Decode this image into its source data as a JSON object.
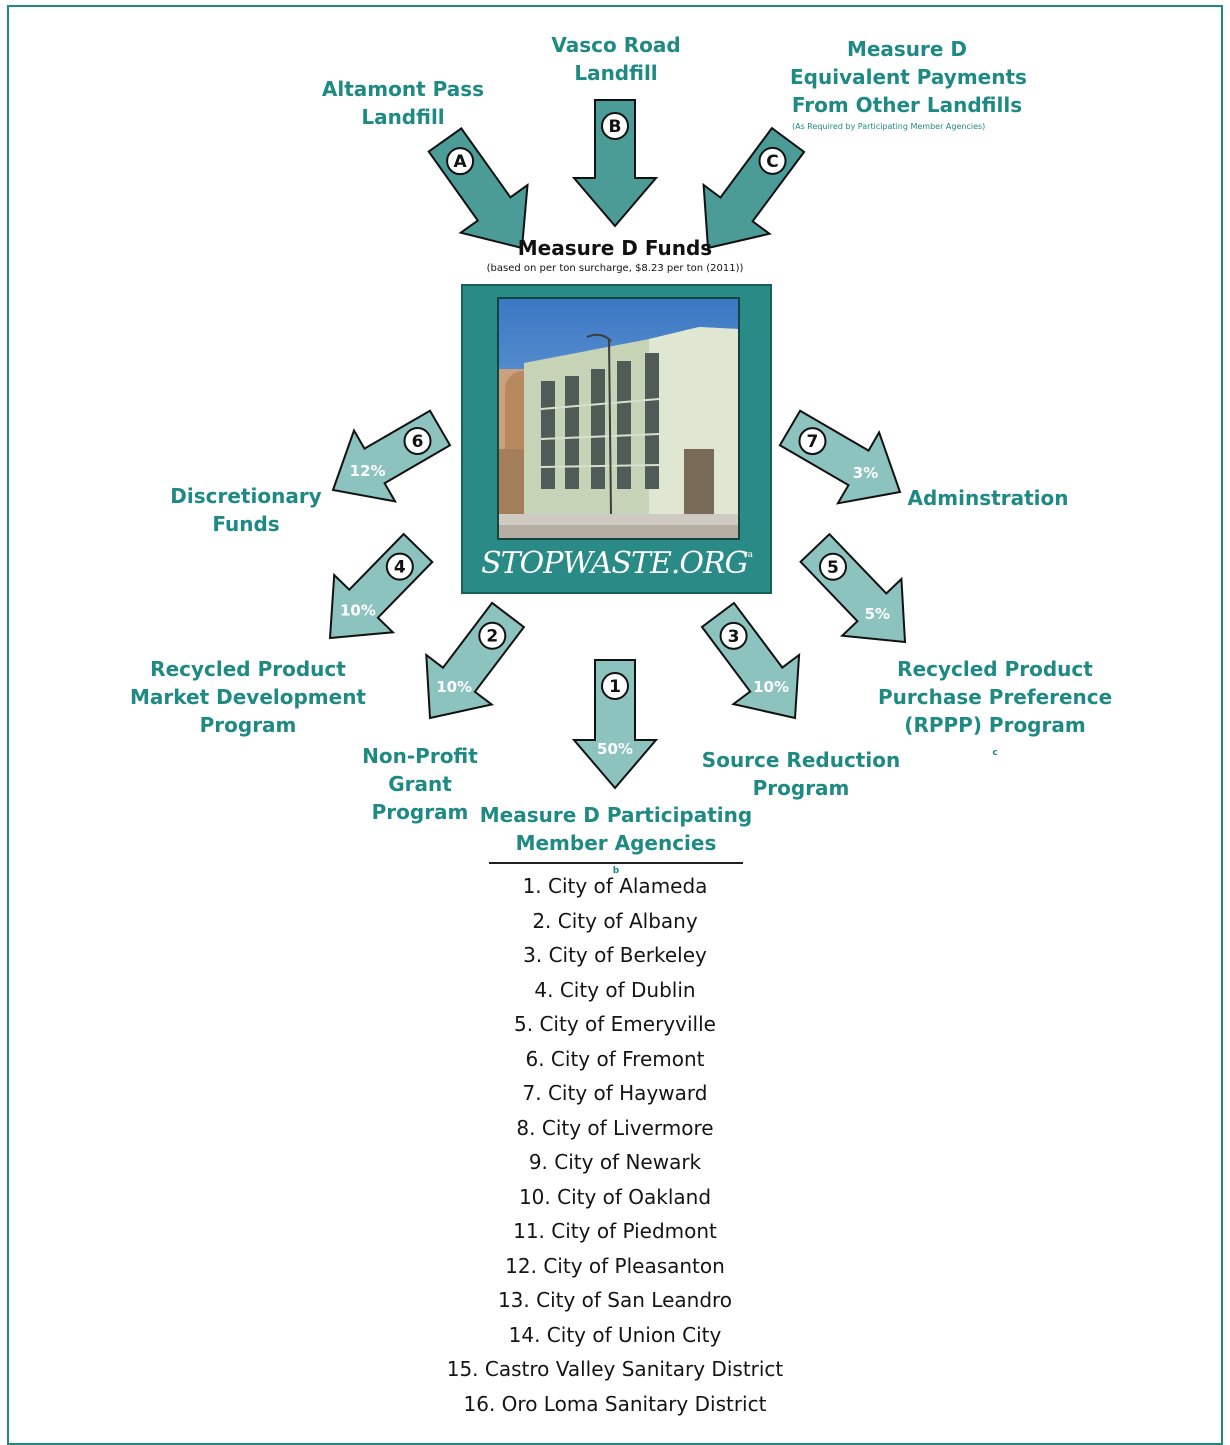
{
  "colors": {
    "teal": "#1f8a84",
    "arrow_fill": "#4b9b97",
    "arrow_light": "#8cc3bf",
    "box": "#2a8a86"
  },
  "sources": [
    {
      "id": "A",
      "label_lines": [
        "Altamont Pass",
        "Landfill"
      ]
    },
    {
      "id": "B",
      "label_lines": [
        "Vasco Road",
        "Landfill"
      ]
    },
    {
      "id": "C",
      "label_lines": [
        "Measure D",
        "Equivalent Payments",
        "From Other Landfills"
      ],
      "note": "(As Required by Participating Member Agencies)"
    }
  ],
  "center": {
    "title": "Measure D Funds",
    "subtitle": "(based on per ton surcharge, $8.23 per ton (2011))",
    "logo": "STOPWASTE.ORG",
    "logo_note": "a"
  },
  "allocations": [
    {
      "num": "1",
      "percent": "50%",
      "label_lines": [
        "Measure D Participating",
        "Member Agencies"
      ],
      "note": "b"
    },
    {
      "num": "2",
      "percent": "10%",
      "label_lines": [
        "Non-Profit",
        "Grant",
        "Program"
      ]
    },
    {
      "num": "3",
      "percent": "10%",
      "label_lines": [
        "Source Reduction",
        "Program"
      ]
    },
    {
      "num": "4",
      "percent": "10%",
      "label_lines": [
        "Recycled Product",
        "Market Development",
        "Program"
      ]
    },
    {
      "num": "5",
      "percent": "5%",
      "label_lines": [
        "Recycled Product",
        "Purchase Preference",
        "(RPPP) Program"
      ],
      "note": "c"
    },
    {
      "num": "6",
      "percent": "12%",
      "label_lines": [
        "Discretionary",
        "Funds"
      ]
    },
    {
      "num": "7",
      "percent": "3%",
      "label_lines": [
        "Adminstration"
      ]
    }
  ],
  "members": [
    "1.  City of Alameda",
    "2.  City of Albany",
    "3.  City of Berkeley",
    "4.  City of Dublin",
    "5.  City of Emeryville",
    "6. City of Fremont",
    "7.  City of Hayward",
    "8.  City of Livermore",
    "9. City of Newark",
    "10.  City of Oakland",
    "11.  City of Piedmont",
    "12.  City of Pleasanton",
    "13.  City of San Leandro",
    "14. City of Union City",
    "15.  Castro Valley Sanitary District",
    "16.  Oro Loma Sanitary District"
  ]
}
